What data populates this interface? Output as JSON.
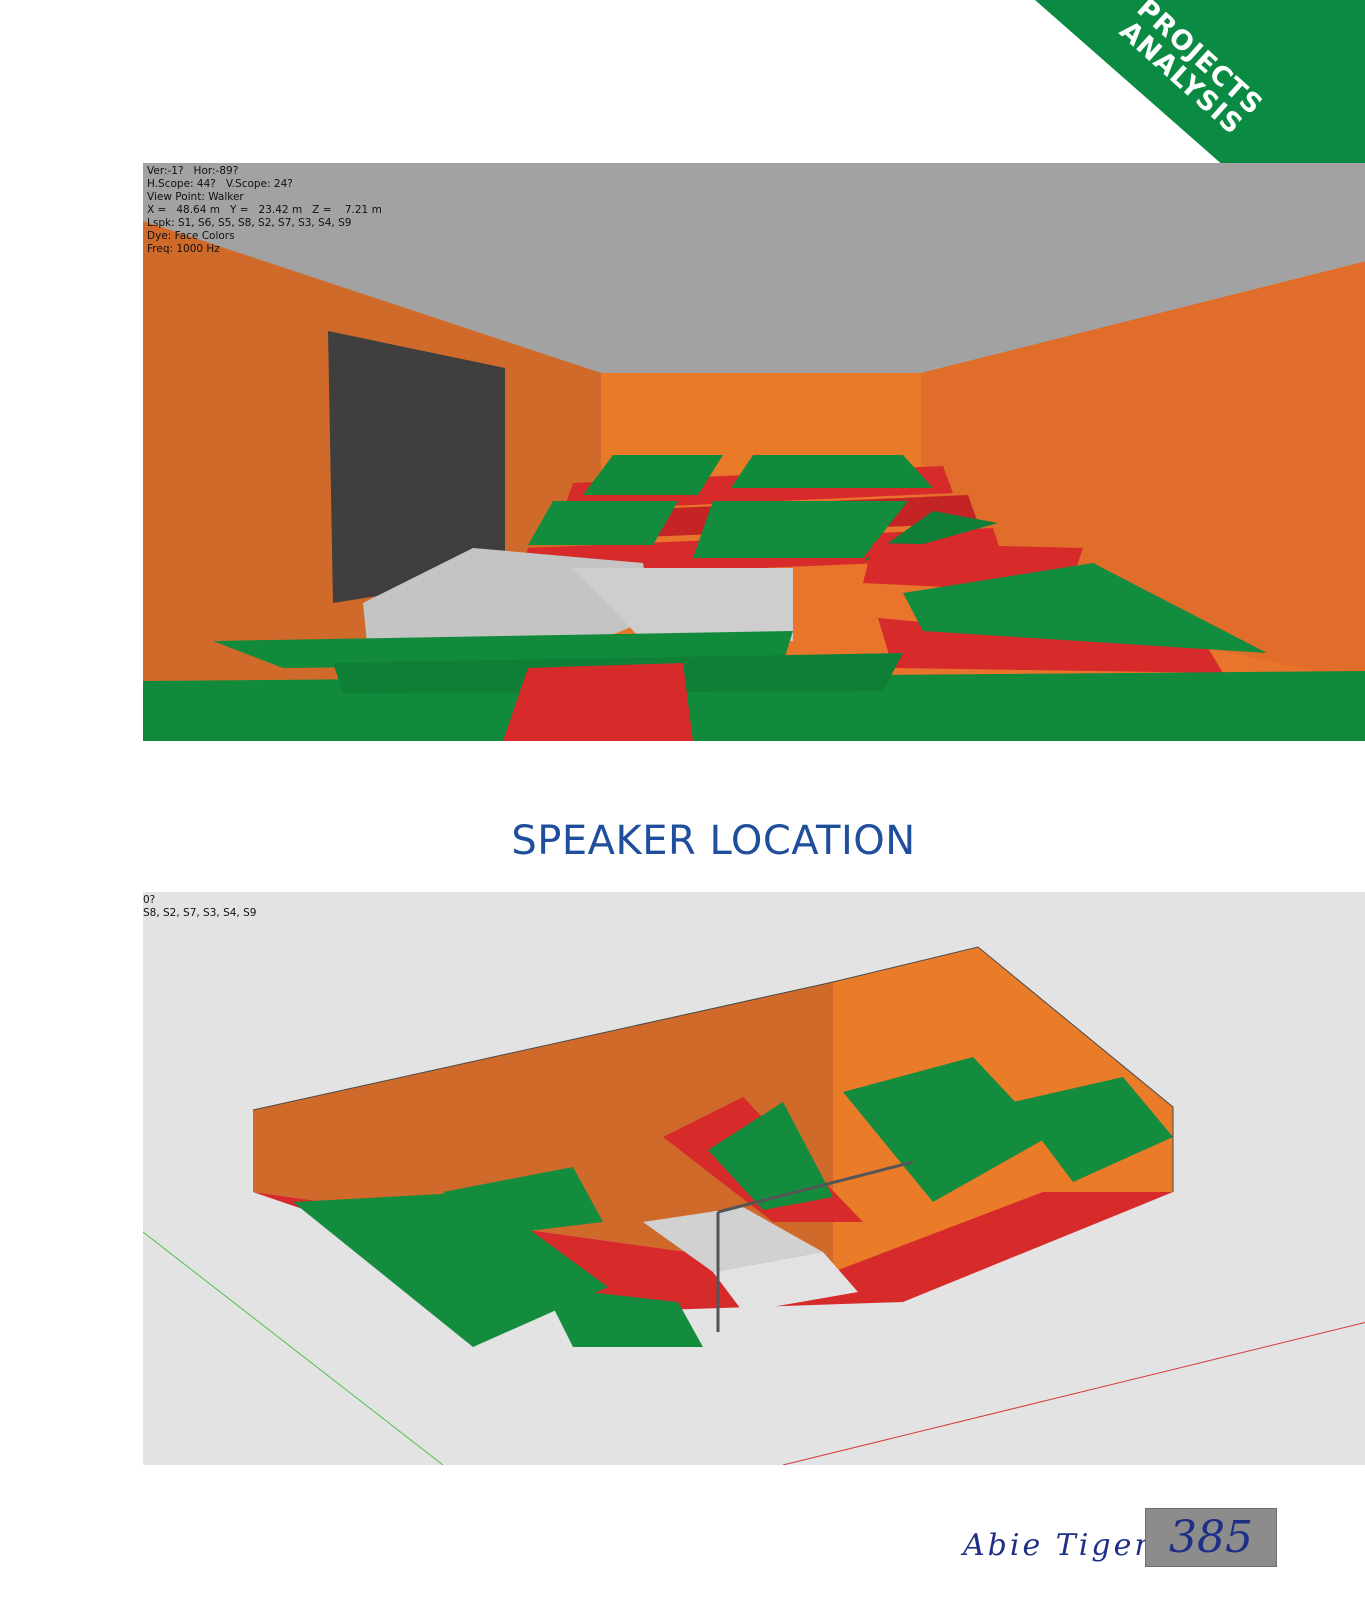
{
  "banner": {
    "line1": "PROJECTS",
    "line2": "ANALYSIS",
    "color": "#0a8a43"
  },
  "view1": {
    "hud_lines": [
      "Ver:-1?   Hor:-89?",
      "H.Scope: 44?   V.Scope: 24?",
      "View Point: Walker",
      "X =   48.64 m   Y =   23.42 m   Z =    7.21 m",
      "Lspk: S1, S6, S5, S8, S2, S7, S3, S4, S9",
      "",
      "Dye: Face Colors",
      "Freq: 1000 Hz"
    ]
  },
  "section_title": "SPEAKER LOCATION",
  "view2": {
    "hud_lines": [
      "0?",
      "S8, S2, S7, S3, S4, S9"
    ]
  },
  "footer": {
    "name": "Abie Tiger",
    "page_number": "385"
  },
  "colors": {
    "wall": "#e9742c",
    "seat_green": "#0e8a3e",
    "seat_red": "#d72a2a",
    "ceiling": "#a2a2a2",
    "title_blue": "#1f4e9c"
  }
}
